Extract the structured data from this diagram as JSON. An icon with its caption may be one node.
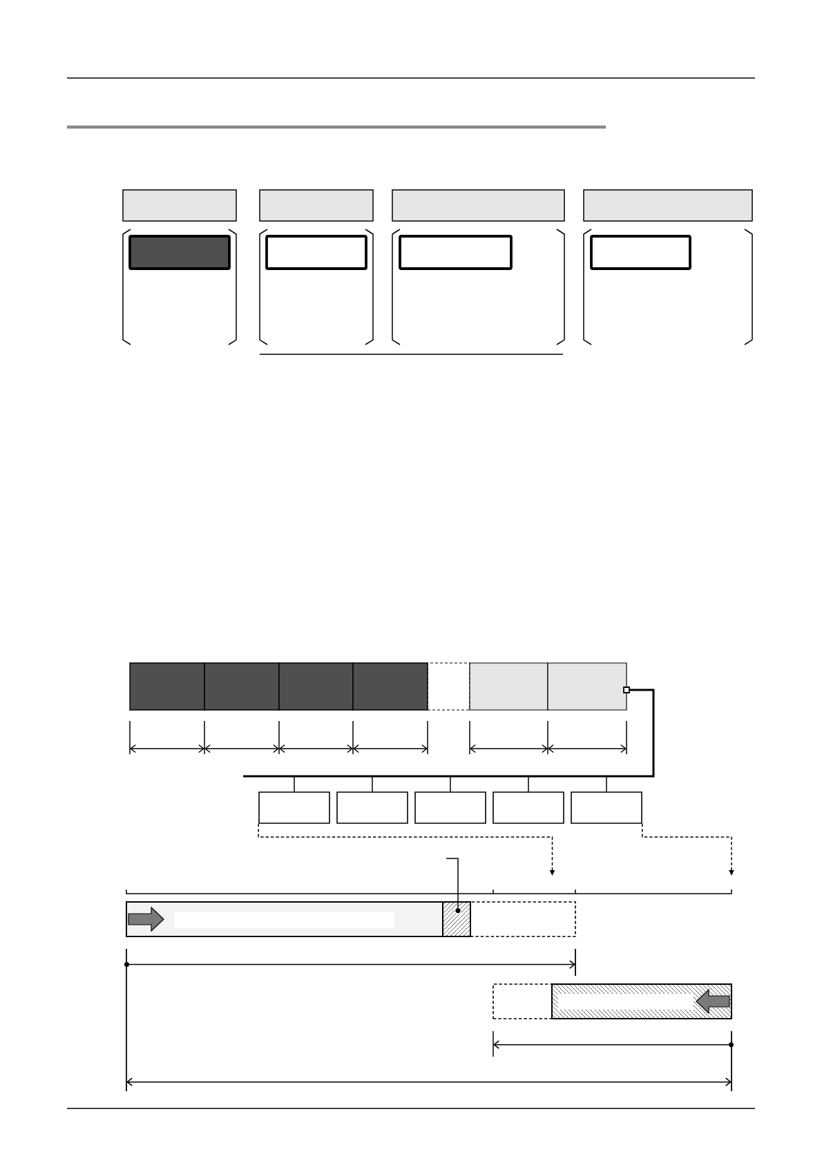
{
  "diagram": {
    "nodes": [
      {
        "text": [],
        "shape": "box"
      },
      {
        "text": [],
        "shape": "box"
      },
      {
        "text": [],
        "shape": "box"
      },
      {
        "text": [],
        "shape": "box"
      },
      {
        "text": [],
        "shape": "box"
      },
      {
        "text": [],
        "shape": "box"
      },
      {
        "text": [],
        "shape": "box"
      },
      {
        "text": [],
        "shape": "box"
      },
      {
        "text": [],
        "shape": "box"
      },
      {
        "text": [],
        "shape": "box"
      },
      {
        "text": [],
        "shape": "box"
      },
      {
        "text": [],
        "shape": "box"
      },
      {
        "text": [],
        "shape": "box"
      },
      {
        "text": [],
        "shape": "box"
      },
      {
        "text": [],
        "shape": "box"
      },
      {
        "text": [],
        "shape": "box"
      },
      {
        "text": [],
        "shape": "box"
      },
      {
        "text": [],
        "shape": "box"
      },
      {
        "text": [],
        "shape": "box"
      },
      {
        "text": [],
        "shape": "box"
      },
      {
        "text": [],
        "shape": "box"
      },
      {
        "text": [],
        "shape": "box"
      },
      {
        "text": [],
        "shape": "box"
      },
      {
        "text": [],
        "shape": "circle",
        "in": 22
      },
      {
        "text": [],
        "shape": "box"
      },
      {
        "text": [],
        "shape": "box"
      },
      {
        "text": [],
        "shape": "box"
      }
    ],
    "edges": [
      {
        "from": 15,
        "to": 16,
        "arrow": "none"
      },
      {
        "from": 15,
        "to": 17,
        "arrow": "none"
      },
      {
        "from": 15,
        "to": 18,
        "arrow": "none"
      },
      {
        "from": 15,
        "to": 19,
        "arrow": "none"
      },
      {
        "from": 15,
        "to": 20,
        "arrow": "none"
      },
      {
        "from": 16,
        "to": null,
        "arrow": "to",
        "style": "dashed"
      },
      {
        "from": 20,
        "to": null,
        "arrow": "to",
        "style": "dashed"
      },
      {
        "from": null,
        "to": 23,
        "arrow": "none"
      }
    ]
  }
}
